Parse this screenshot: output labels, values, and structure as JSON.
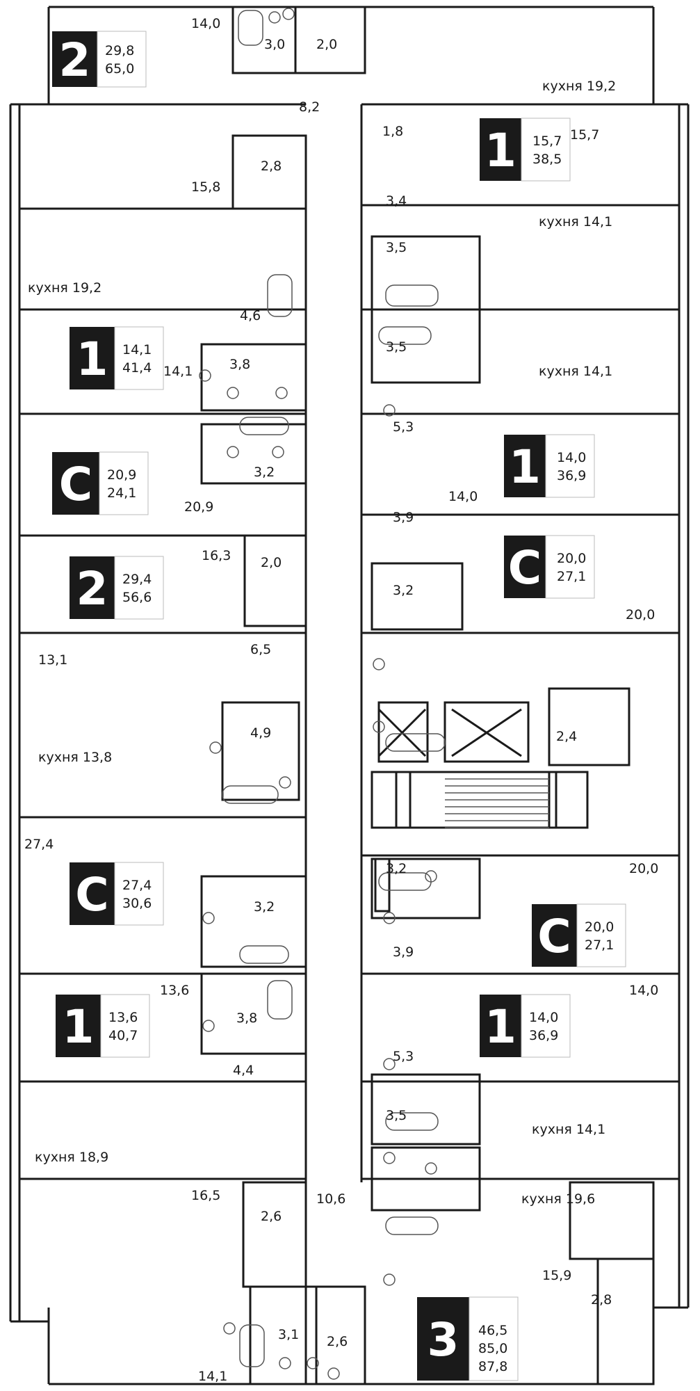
{
  "apartments": [
    {
      "id": "apt-a",
      "type": "2",
      "living": "29,8",
      "total": "65,0"
    },
    {
      "id": "apt-b",
      "type": "1",
      "living": "15,7",
      "total": "38,5"
    },
    {
      "id": "apt-c",
      "type": "1",
      "living": "14,1",
      "total": "41,4"
    },
    {
      "id": "apt-d",
      "type": "1",
      "living": "14,0",
      "total": "36,9"
    },
    {
      "id": "apt-e",
      "type": "С",
      "living": "20,9",
      "total": "24,1"
    },
    {
      "id": "apt-f",
      "type": "С",
      "living": "20,0",
      "total": "27,1"
    },
    {
      "id": "apt-g",
      "type": "2",
      "living": "29,4",
      "total": "56,6"
    },
    {
      "id": "apt-h",
      "type": "С",
      "living": "27,4",
      "total": "30,6"
    },
    {
      "id": "apt-i",
      "type": "С",
      "living": "20,0",
      "total": "27,1"
    },
    {
      "id": "apt-j",
      "type": "1",
      "living": "13,6",
      "total": "40,7"
    },
    {
      "id": "apt-k",
      "type": "1",
      "living": "14,0",
      "total": "36,9"
    },
    {
      "id": "apt-l",
      "type": "3",
      "living": "46,5",
      "total": "85,0",
      "extra": "87,8"
    }
  ],
  "rooms": [
    "14,0",
    "3,0",
    "2,0",
    "кухня 19,2",
    "8,2",
    "1,8",
    "15,8",
    "2,8",
    "3,4",
    "15,7",
    "кухня 14,1",
    "кухня 19,2",
    "3,5",
    "4,6",
    "3,5",
    "3,8",
    "14,1",
    "кухня 14,1",
    "5,3",
    "3,2",
    "20,9",
    "14,0",
    "3,9",
    "16,3",
    "2,0",
    "3,2",
    "20,0",
    "6,5",
    "13,1",
    "4,9",
    "2,4",
    "кухня 13,8",
    "27,4",
    "20,0",
    "3,2",
    "3,2",
    "3,9",
    "13,6",
    "14,0",
    "3,8",
    "5,3",
    "4,4",
    "3,5",
    "кухня 14,1",
    "кухня 18,9",
    "16,5",
    "2,6",
    "10,6",
    "кухня 19,6",
    "15,9",
    "2,8",
    "3,1",
    "2,6",
    "14,1"
  ]
}
